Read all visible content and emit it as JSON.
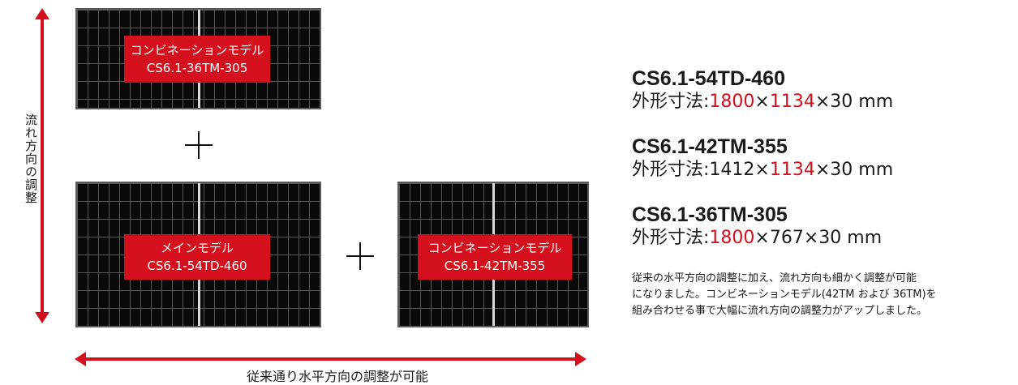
{
  "panels": {
    "top": {
      "line1": "コンビネーションモデル",
      "line2": "CS6.1-36TM-305"
    },
    "main": {
      "line1": "メインモデル",
      "line2": "CS6.1-54TD-460"
    },
    "right": {
      "line1": "コンビネーションモデル",
      "line2": "CS6.1-42TM-355"
    }
  },
  "arrows": {
    "vertical_label": "流れ方向の調整",
    "horizontal_label": "従来通り水平方向の調整が可能"
  },
  "specs": [
    {
      "name": "CS6.1-54TD-460",
      "prefix": "外形寸法:",
      "a": "1800",
      "x1": "×",
      "b": "1134",
      "x2": "×",
      "c": "30",
      "unit": " mm"
    },
    {
      "name": "CS6.1-42TM-355",
      "prefix": "外形寸法:",
      "a": "1412",
      "x1": "×",
      "b": "1134",
      "x2": "×",
      "c": "30",
      "unit": " mm"
    },
    {
      "name": "CS6.1-36TM-305",
      "prefix": "外形寸法:",
      "a": "1800",
      "x1": "×",
      "b": "767",
      "x2": "×",
      "c": "30",
      "unit": " mm"
    }
  ],
  "description": {
    "line1": "従来の水平方向の調整に加え、流れ方向も細かく調整が可能",
    "line2": "になりました。コンビネーションモデル(42TM および 36TM)を",
    "line3": "組み合わせる事で大幅に流れ方向の調整力がアップしました。"
  },
  "colors": {
    "accent": "#d3101b",
    "panel": "#0a0a0a"
  }
}
